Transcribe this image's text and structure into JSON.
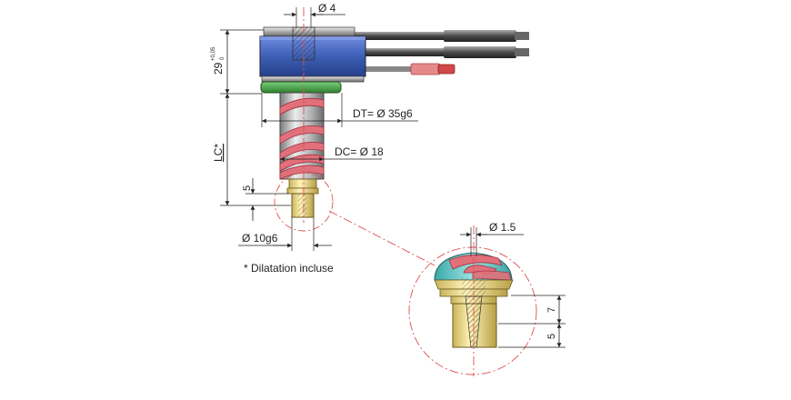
{
  "drawing": {
    "top_hole_dia": "Ø 4",
    "height_main": "29",
    "height_tolerance": "+0,05",
    "height_tolerance_low": "0",
    "lc_label": "LC*",
    "dt_label": "DT= Ø 35g6",
    "dc_label": "DC= Ø 18",
    "nozzle_len_label": "5",
    "tip_dia_label": "Ø 10g6",
    "footnote": "* Dilatation incluse",
    "detail_hole_dia": "Ø 1.5",
    "detail_dim_7": "7",
    "detail_dim_5": "5"
  },
  "colors": {
    "manifold": "#3d5fb5",
    "heater": "#e0707a",
    "ring": "#3f9a3f",
    "brass": "#e9d98a",
    "steel": "#b9b9b9",
    "detail_cap": "#5cc4c4",
    "center_line": "#e05050"
  }
}
